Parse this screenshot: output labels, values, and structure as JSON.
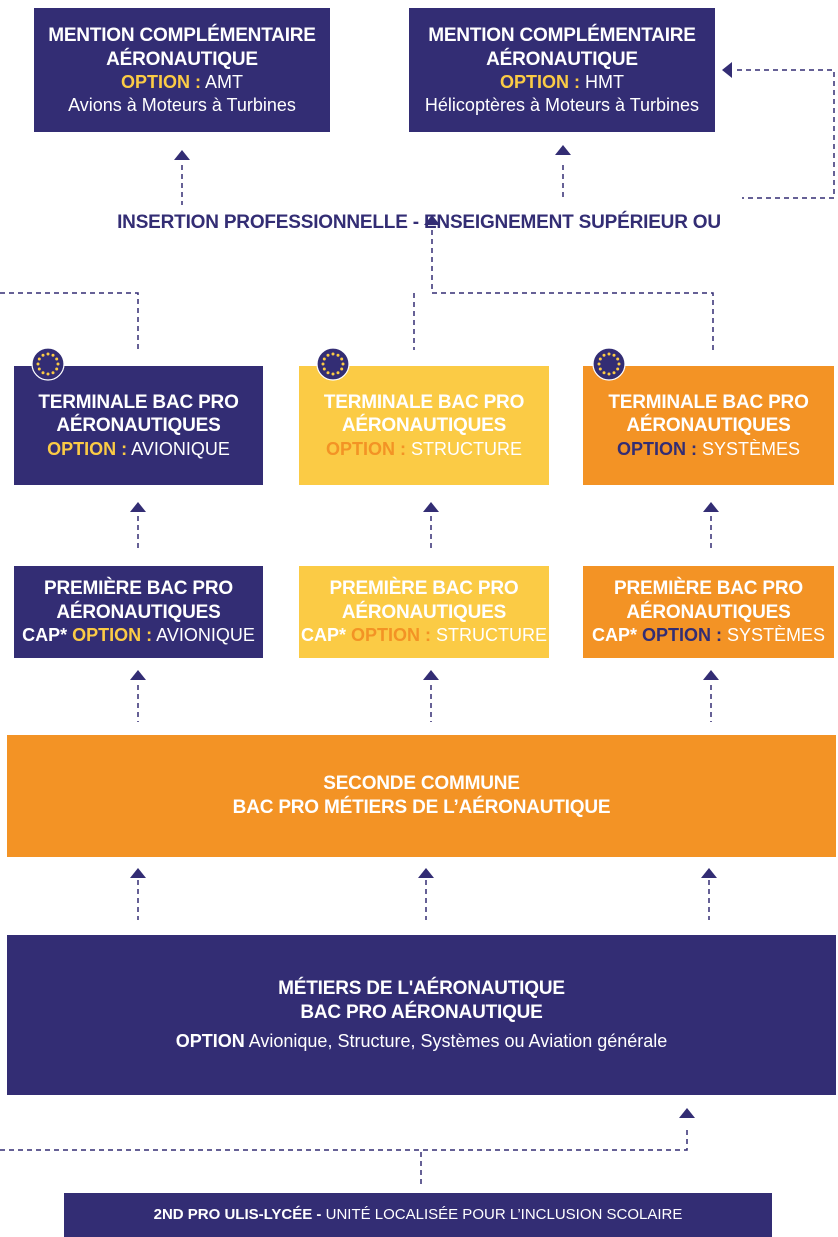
{
  "colors": {
    "navy": "#332d74",
    "yellow": "#fbcb45",
    "orange": "#f39325",
    "text_on_dark": "#ffffff"
  },
  "mention_amt": {
    "title1": "MENTION COMPLÉMENTAIRE",
    "title2": "AÉRONAUTIQUE",
    "option_label": "OPTION :",
    "option_value": " AMT",
    "subtitle": "Avions à Moteurs à Turbines"
  },
  "mention_hmt": {
    "title1": "MENTION COMPLÉMENTAIRE",
    "title2": "AÉRONAUTIQUE",
    "option_label": "OPTION :",
    "option_value": " HMT",
    "subtitle": "Hélicoptères à Moteurs à Turbines"
  },
  "insertion": "INSERTION PROFESSIONNELLE - ENSEIGNEMENT SUPÉRIEUR OU",
  "terminales": [
    {
      "title1": "TERMINALE BAC PRO",
      "title2": "AÉRONAUTIQUES",
      "option_label": "OPTION :",
      "option_value": " AVIONIQUE"
    },
    {
      "title1": "TERMINALE BAC PRO",
      "title2": "AÉRONAUTIQUES",
      "option_label": "OPTION :",
      "option_value": " STRUCTURE"
    },
    {
      "title1": "TERMINALE BAC PRO",
      "title2": "AÉRONAUTIQUES",
      "option_label": "OPTION :",
      "option_value": " SYSTÈMES"
    }
  ],
  "premieres": [
    {
      "title1": "PREMIÈRE BAC PRO",
      "title2": "AÉRONAUTIQUES",
      "cap": "CAP* ",
      "option_label": "OPTION :",
      "option_value": " AVIONIQUE"
    },
    {
      "title1": "PREMIÈRE BAC PRO",
      "title2": "AÉRONAUTIQUES",
      "cap": "CAP* ",
      "option_label": "OPTION :",
      "option_value": " STRUCTURE"
    },
    {
      "title1": "PREMIÈRE BAC PRO",
      "title2": "AÉRONAUTIQUES",
      "cap": "CAP* ",
      "option_label": "OPTION :",
      "option_value": " SYSTÈMES"
    }
  ],
  "seconde": {
    "line1": "SECONDE COMMUNE",
    "line2": "BAC PRO MÉTIERS DE L’AÉRONAUTIQUE"
  },
  "metiers": {
    "line1": "MÉTIERS DE L'AÉRONAUTIQUE",
    "line2": "BAC PRO AÉRONAUTIQUE",
    "option_label": "OPTION",
    "option_value": " Avionique, Structure, Systèmes ou Aviation générale"
  },
  "ulis": {
    "bold": "2ND PRO ULIS-LYCÉE -",
    "rest": " UNITÉ LOCALISÉE POUR L’INCLUSION SCOLAIRE"
  },
  "icons": {
    "badge": "eu-flag-icon",
    "arrow": "arrow-up-icon"
  }
}
